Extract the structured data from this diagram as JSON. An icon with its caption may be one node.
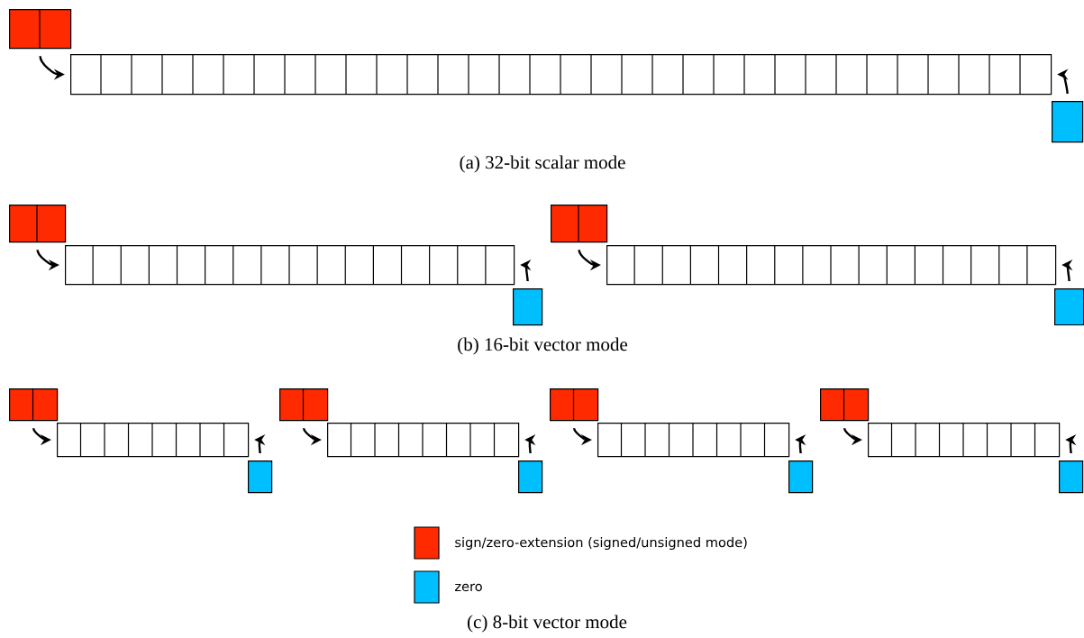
{
  "diagram": {
    "nodes": [
      {
        "text": [],
        "shape": "box"
      },
      {
        "text": [],
        "shape": "bar"
      },
      {
        "text": [],
        "shape": "box"
      },
      {
        "text": [],
        "shape": "box"
      },
      {
        "text": [],
        "shape": "bar"
      },
      {
        "text": [],
        "shape": "box"
      },
      {
        "text": [],
        "shape": "box"
      },
      {
        "text": [],
        "shape": "bar"
      },
      {
        "text": [],
        "shape": "box"
      },
      {
        "text": [],
        "shape": "box"
      },
      {
        "text": [],
        "shape": "bar"
      },
      {
        "text": [],
        "shape": "box"
      },
      {
        "text": [],
        "shape": "box"
      },
      {
        "text": [],
        "shape": "bar"
      },
      {
        "text": [],
        "shape": "box"
      },
      {
        "text": [],
        "shape": "box"
      },
      {
        "text": [],
        "shape": "bar"
      },
      {
        "text": [],
        "shape": "box"
      },
      {
        "text": [],
        "shape": "box"
      },
      {
        "text": [],
        "shape": "bar"
      },
      {
        "text": [],
        "shape": "box"
      }
    ],
    "edges": [
      {
        "from": 0,
        "to": 1,
        "arrow": "to"
      },
      {
        "from": 2,
        "to": 1,
        "arrow": "to"
      },
      {
        "from": 3,
        "to": 4,
        "arrow": "to"
      },
      {
        "from": 5,
        "to": 4,
        "arrow": "to"
      },
      {
        "from": 6,
        "to": 7,
        "arrow": "to"
      },
      {
        "from": 8,
        "to": 7,
        "arrow": "to"
      },
      {
        "from": 9,
        "to": 10,
        "arrow": "to"
      },
      {
        "from": 11,
        "to": 10,
        "arrow": "to"
      },
      {
        "from": 12,
        "to": 13,
        "arrow": "to"
      },
      {
        "from": 14,
        "to": 13,
        "arrow": "to"
      },
      {
        "from": 15,
        "to": 16,
        "arrow": "to"
      },
      {
        "from": 17,
        "to": 16,
        "arrow": "to"
      },
      {
        "from": 18,
        "to": 19,
        "arrow": "to"
      },
      {
        "from": 20,
        "to": 19,
        "arrow": "to"
      }
    ],
    "labels": [
      "(a) 32-bit scalar mode",
      "(b) 16-bit vector mode",
      "(c) 8-bit vector mode"
    ],
    "legend": [
      {
        "text": "sign/zero-extension (signed/unsigned mode)",
        "color": "#ff2a00"
      },
      {
        "text": "zero",
        "color": "#00bfff"
      }
    ]
  }
}
